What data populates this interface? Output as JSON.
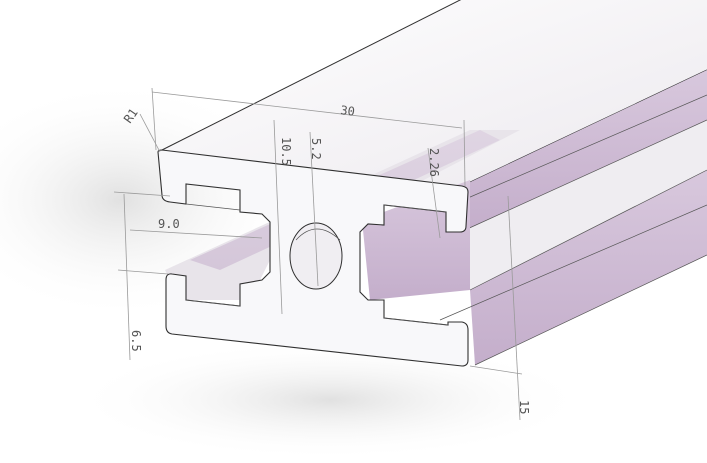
{
  "drawing": {
    "colors": {
      "background": "#ffffff",
      "face": "#f7f7f9",
      "top_surface": "#f2f0f4",
      "slot_shade": "#ccb9d2",
      "slot_shade_dark": "#b9a3c1",
      "edge": "#303030",
      "dimension_line": "#9a9a9a"
    },
    "dimensions": {
      "radius": "R1",
      "width": "30",
      "slot_depth": "10.5",
      "hole_diameter": "5.2",
      "lip_thickness": "2.26",
      "slot_opening": "9.0",
      "web_width": "6.5",
      "height": "15"
    }
  }
}
